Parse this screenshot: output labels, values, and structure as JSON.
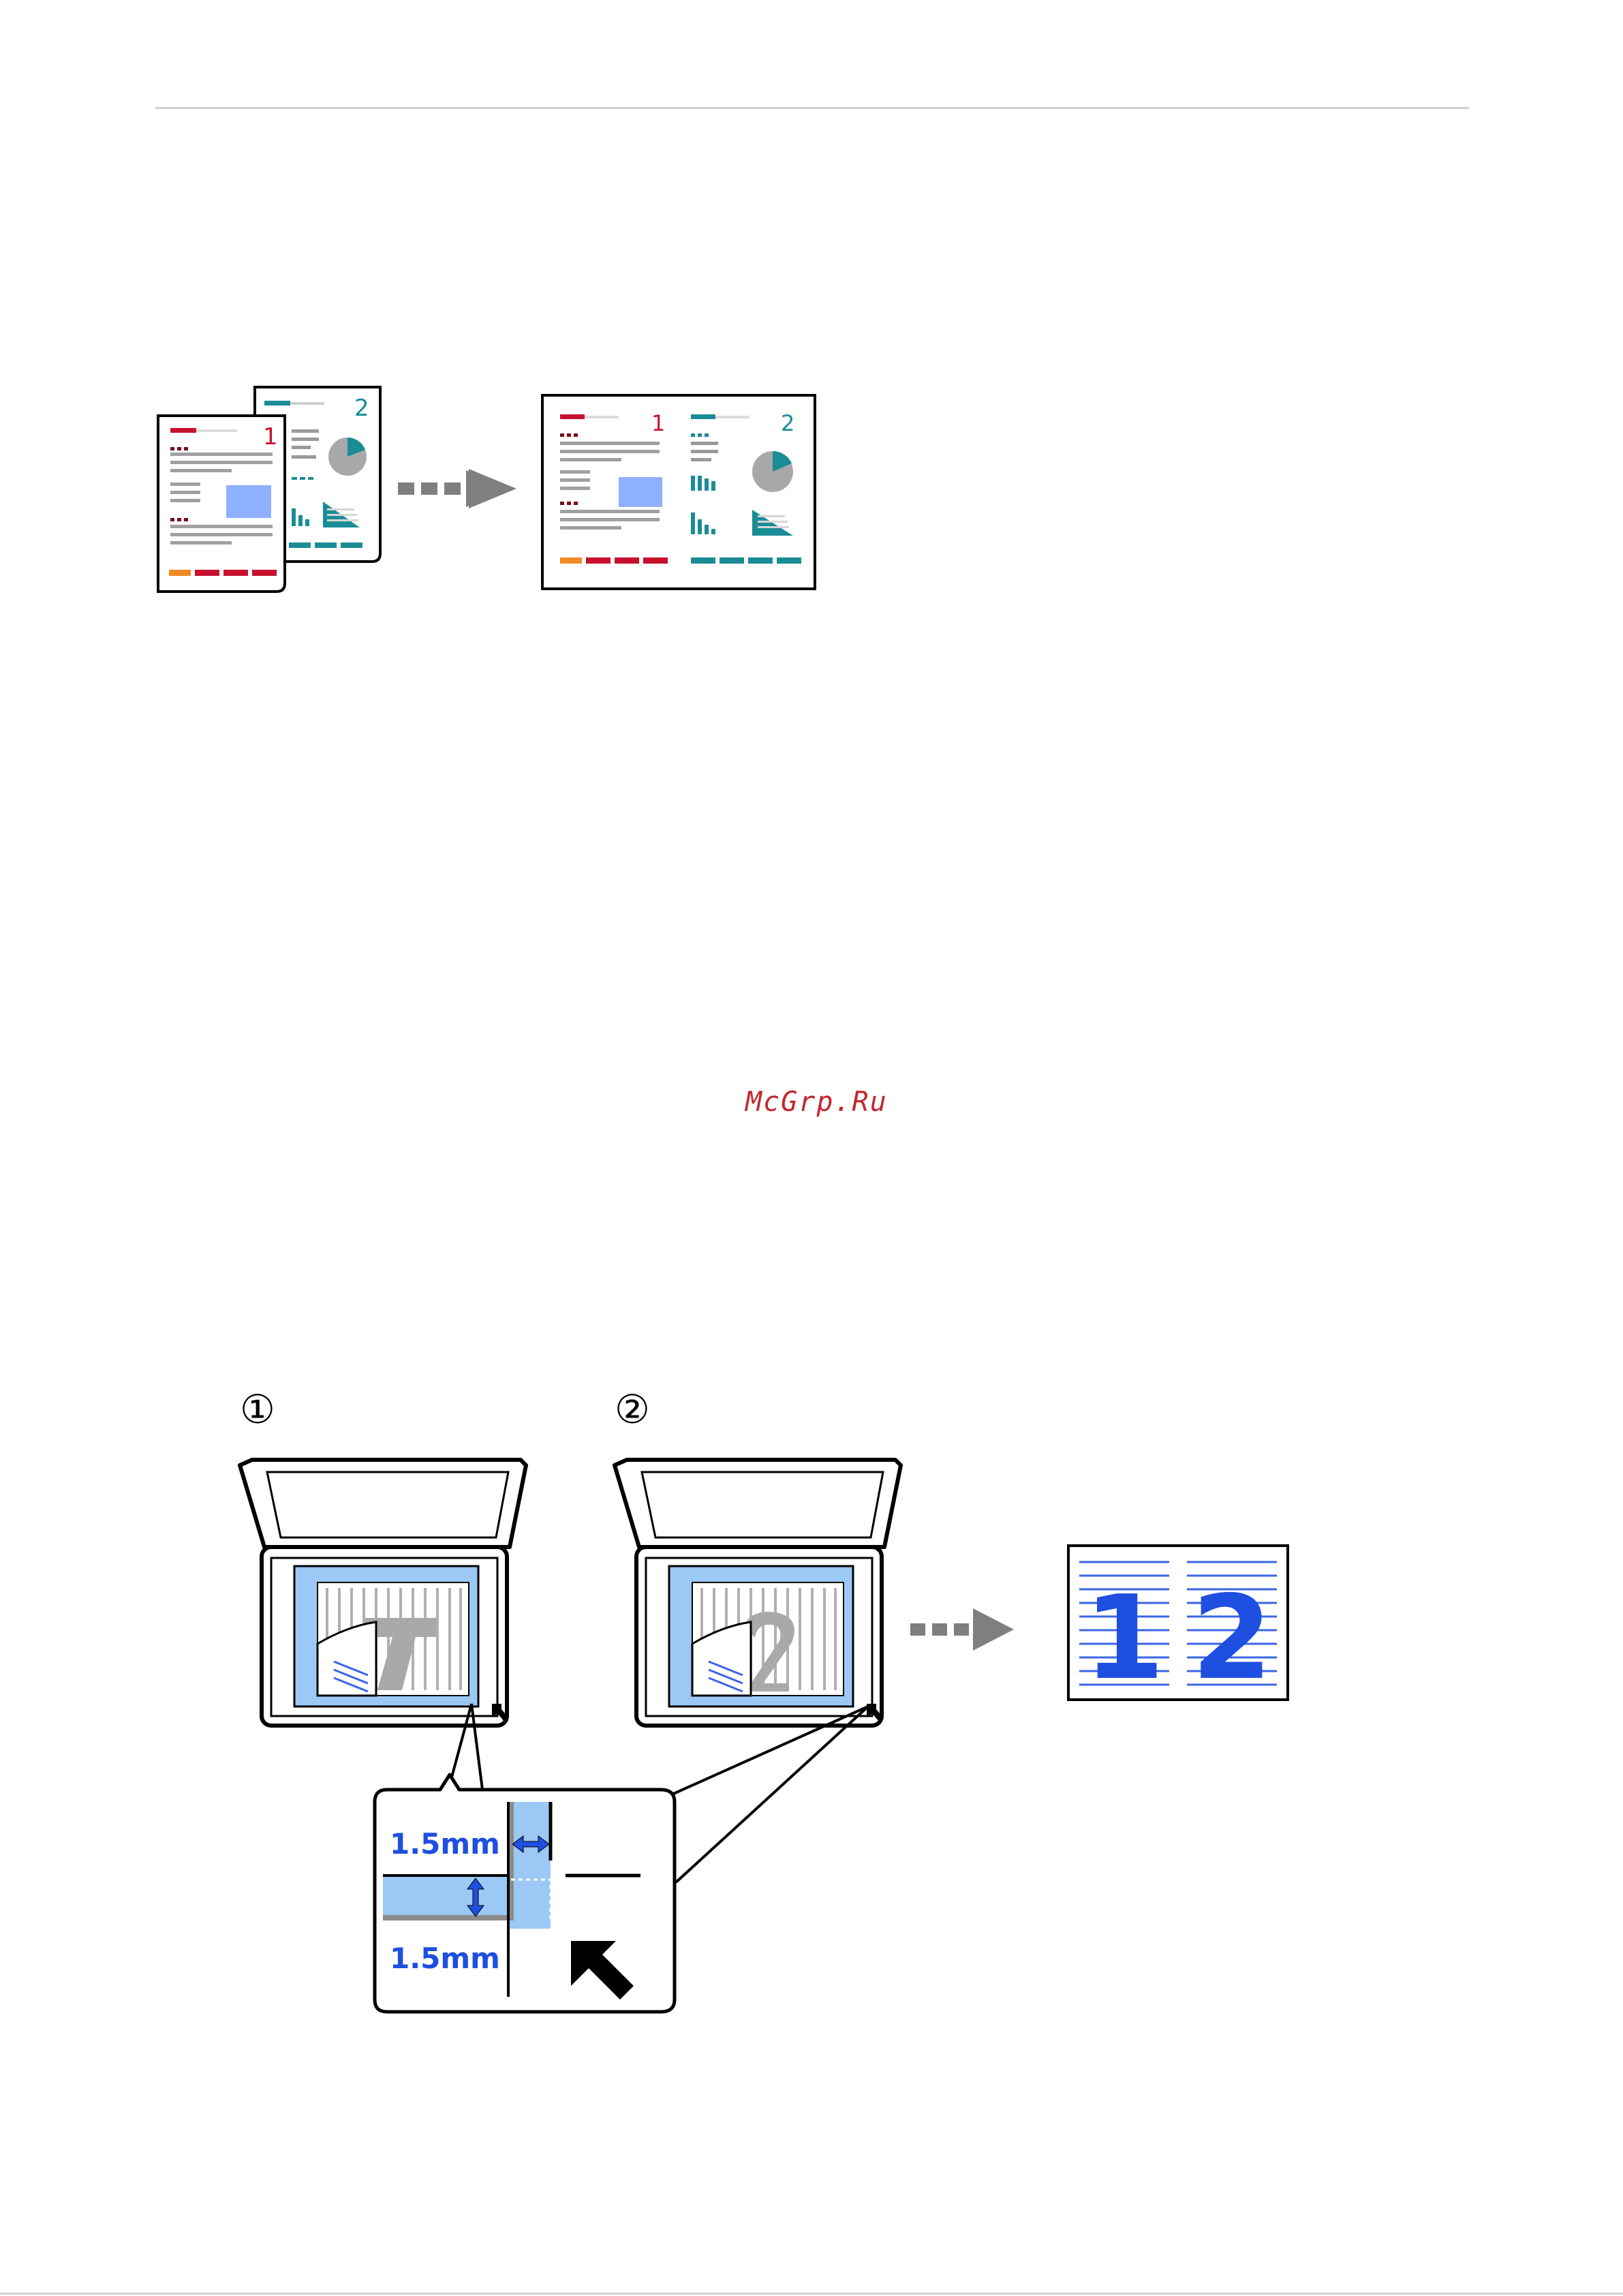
{
  "watermark": "McGrp.Ru",
  "figure1": {
    "page1_number": "1",
    "page2_number": "2",
    "combined_left_number": "1",
    "combined_right_number": "2",
    "colors": {
      "red": "#c8102e",
      "teal": "#1a8c96",
      "orange": "#f08a24",
      "blue_box": "#8fb0ff",
      "arrow": "#7f7f7f",
      "pie_gray": "#a8a8a8"
    }
  },
  "figure2": {
    "step1_marker": "①",
    "step2_marker": "②",
    "result_left_number": "1",
    "result_right_number": "2",
    "margin_horizontal": "1.5mm",
    "margin_vertical": "1.5mm",
    "colors": {
      "glass_blue": "#9cc8f5",
      "number_blue": "#1f4fe0",
      "line_blue": "#3a64e6",
      "arrow": "#7f7f7f"
    }
  }
}
